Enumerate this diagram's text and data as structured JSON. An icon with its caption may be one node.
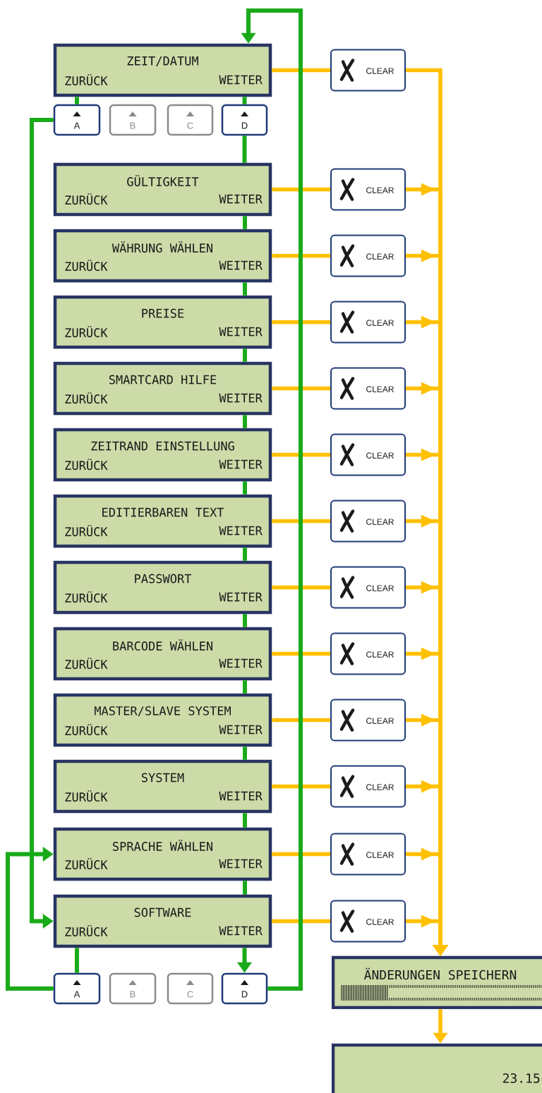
{
  "diagram": {
    "nodes": [
      {
        "text": [
          "ZEIT/DATUM",
          "ZURÜCK",
          "WEITER"
        ]
      },
      {
        "text": [
          "GÜLTIGKEIT",
          "ZURÜCK",
          "WEITER"
        ]
      },
      {
        "text": [
          "WÄHRUNG WÄHLEN",
          "ZURÜCK",
          "WEITER"
        ]
      },
      {
        "text": [
          "PREISE",
          "ZURÜCK",
          "WEITER"
        ]
      },
      {
        "text": [
          "SMARTCARD HILFE",
          "ZURÜCK",
          "WEITER"
        ]
      },
      {
        "text": [
          "ZEITRAND EINSTELLUNG",
          "ZURÜCK",
          "WEITER"
        ]
      },
      {
        "text": [
          "EDITIERBAREN TEXT",
          "ZURÜCK",
          "WEITER"
        ]
      },
      {
        "text": [
          "PASSWORT",
          "ZURÜCK",
          "WEITER"
        ]
      },
      {
        "text": [
          "BARCODE WÄHLEN",
          "ZURÜCK",
          "WEITER"
        ]
      },
      {
        "text": [
          "MASTER/SLAVE SYSTEM",
          "ZURÜCK",
          "WEITER"
        ]
      },
      {
        "text": [
          "SYSTEM",
          "ZURÜCK",
          "WEITER"
        ]
      },
      {
        "text": [
          "SPRACHE WÄHLEN",
          "ZURÜCK",
          "WEITER"
        ]
      },
      {
        "text": [
          "SOFTWARE",
          "ZURÜCK",
          "WEITER"
        ]
      },
      {
        "text": [
          "CLEAR"
        ]
      },
      {
        "text": [
          "CLEAR"
        ]
      },
      {
        "text": [
          "CLEAR"
        ]
      },
      {
        "text": [
          "CLEAR"
        ]
      },
      {
        "text": [
          "CLEAR"
        ]
      },
      {
        "text": [
          "CLEAR"
        ]
      },
      {
        "text": [
          "CLEAR"
        ]
      },
      {
        "text": [
          "CLEAR"
        ]
      },
      {
        "text": [
          "CLEAR"
        ]
      },
      {
        "text": [
          "CLEAR"
        ]
      },
      {
        "text": [
          "CLEAR"
        ]
      },
      {
        "text": [
          "CLEAR"
        ]
      },
      {
        "text": [
          "CLEAR"
        ]
      },
      {
        "text": [
          "A"
        ]
      },
      {
        "text": [
          "B"
        ]
      },
      {
        "text": [
          "C"
        ]
      },
      {
        "text": [
          "D"
        ]
      },
      {
        "text": [
          "A"
        ]
      },
      {
        "text": [
          "B"
        ]
      },
      {
        "text": [
          "C"
        ]
      },
      {
        "text": [
          "D"
        ]
      },
      {
        "text": [
          "ÄNDERUNGEN SPEICHERN"
        ]
      },
      {
        "text": [
          "23.15"
        ]
      }
    ],
    "edges": [
      {
        "from": 0,
        "to": 13,
        "arrow": "none"
      },
      {
        "from": 1,
        "to": 14,
        "arrow": "none"
      },
      {
        "from": 2,
        "to": 15,
        "arrow": "none"
      },
      {
        "from": 3,
        "to": 16,
        "arrow": "none"
      },
      {
        "from": 4,
        "to": 17,
        "arrow": "none"
      },
      {
        "from": 5,
        "to": 18,
        "arrow": "none"
      },
      {
        "from": 6,
        "to": 19,
        "arrow": "none"
      },
      {
        "from": 7,
        "to": 20,
        "arrow": "none"
      },
      {
        "from": 8,
        "to": 21,
        "arrow": "none"
      },
      {
        "from": 9,
        "to": 22,
        "arrow": "none"
      },
      {
        "from": 10,
        "to": 23,
        "arrow": "none"
      },
      {
        "from": 11,
        "to": 24,
        "arrow": "none"
      },
      {
        "from": 12,
        "to": 25,
        "arrow": "none"
      },
      {
        "from": 13,
        "to": 34,
        "arrow": "to"
      },
      {
        "from": 14,
        "to": 34,
        "arrow": "to"
      },
      {
        "from": 15,
        "to": 34,
        "arrow": "to"
      },
      {
        "from": 16,
        "to": 34,
        "arrow": "to"
      },
      {
        "from": 17,
        "to": 34,
        "arrow": "to"
      },
      {
        "from": 18,
        "to": 34,
        "arrow": "to"
      },
      {
        "from": 19,
        "to": 34,
        "arrow": "to"
      },
      {
        "from": 20,
        "to": 34,
        "arrow": "to"
      },
      {
        "from": 21,
        "to": 34,
        "arrow": "to"
      },
      {
        "from": 22,
        "to": 34,
        "arrow": "to"
      },
      {
        "from": 23,
        "to": 34,
        "arrow": "to"
      },
      {
        "from": 24,
        "to": 34,
        "arrow": "to"
      },
      {
        "from": 25,
        "to": 34,
        "arrow": "to"
      },
      {
        "from": 34,
        "to": 35,
        "arrow": "to"
      },
      {
        "from": 0,
        "to": 26,
        "arrow": "none",
        "color": "#1aaa1a"
      },
      {
        "from": 0,
        "to": 29,
        "arrow": "none",
        "color": "#1aaa1a"
      },
      {
        "from": 29,
        "to": 1,
        "arrow": "none",
        "color": "#1aaa1a"
      },
      {
        "from": 1,
        "to": 2,
        "arrow": "none",
        "color": "#1aaa1a"
      },
      {
        "from": 2,
        "to": 3,
        "arrow": "none",
        "color": "#1aaa1a"
      },
      {
        "from": 3,
        "to": 4,
        "arrow": "none",
        "color": "#1aaa1a"
      },
      {
        "from": 4,
        "to": 5,
        "arrow": "none",
        "color": "#1aaa1a"
      },
      {
        "from": 5,
        "to": 6,
        "arrow": "none",
        "color": "#1aaa1a"
      },
      {
        "from": 6,
        "to": 7,
        "arrow": "none",
        "color": "#1aaa1a"
      },
      {
        "from": 7,
        "to": 8,
        "arrow": "none",
        "color": "#1aaa1a"
      },
      {
        "from": 8,
        "to": 9,
        "arrow": "none",
        "color": "#1aaa1a"
      },
      {
        "from": 9,
        "to": 10,
        "arrow": "none",
        "color": "#1aaa1a"
      },
      {
        "from": 10,
        "to": 11,
        "arrow": "none",
        "color": "#1aaa1a"
      },
      {
        "from": 11,
        "to": 12,
        "arrow": "none",
        "color": "#1aaa1a"
      },
      {
        "from": 12,
        "to": 33,
        "arrow": "to",
        "color": "#1aaa1a"
      },
      {
        "from": 12,
        "to": 30,
        "arrow": "none",
        "color": "#1aaa1a"
      },
      {
        "from": 26,
        "to": 12,
        "arrow": "to",
        "color": "#1aaa1a"
      },
      {
        "from": 30,
        "to": 11,
        "arrow": "to",
        "color": "#1aaa1a"
      },
      {
        "from": 33,
        "to": 0,
        "arrow": "to",
        "color": "#1aaa1a"
      }
    ]
  }
}
